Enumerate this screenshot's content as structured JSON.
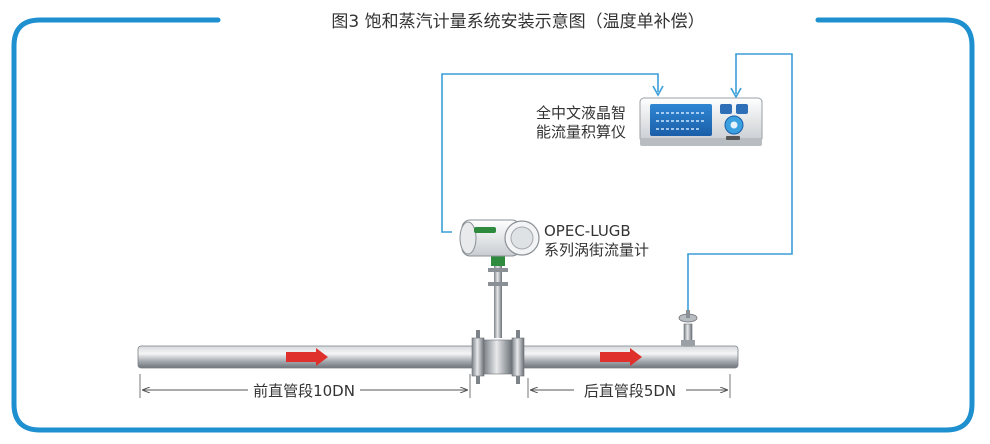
{
  "title": "图3    饱和蒸汽计量系统安装示意图（温度单补偿）",
  "devices": {
    "calculator_label_line1": "全中文液晶智",
    "calculator_label_line2": "能流量积算仪",
    "flowmeter_label_line1": "OPEC-LUGB",
    "flowmeter_label_line2": "系列涡街流量计"
  },
  "dimensions": {
    "upstream": "前直管段10DN",
    "downstream": "后直管段5DN"
  },
  "colors": {
    "frame": "#1e8fcf",
    "wire": "#3a9ed8",
    "arrow": "#e0302b",
    "pipe": "#9aa0a6"
  }
}
